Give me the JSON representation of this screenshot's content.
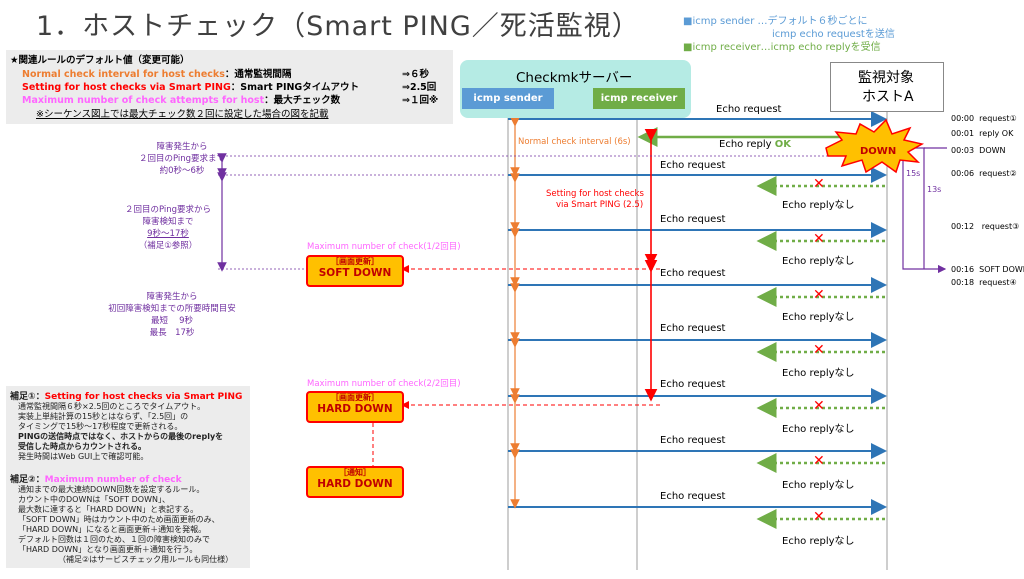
{
  "title": "1．ホストチェック（Smart PING／死活監視）",
  "legend": {
    "sender_marker": "■",
    "sender": "icmp sender …デフォルト６秒ごとに",
    "sender_line2": "icmp echo requestを送信",
    "receiver_marker": "■",
    "receiver": "icmp receiver…icmp echo replyを受信",
    "sender_color": "#5b9bd5",
    "receiver_color": "#70ad47"
  },
  "rules": {
    "heading": "★関連ルールのデフォルト値（変更可能）",
    "items": [
      {
        "name": "Normal check interval for host checks",
        "desc": "：通常監視間隔",
        "value": "⇒６秒",
        "color": "#ed7d31"
      },
      {
        "name": "Setting for host checks via Smart PING",
        "desc": "：Smart PINGタイムアウト",
        "value": "⇒2.5回",
        "color": "#ff0000"
      },
      {
        "name": "Maximum number of check attempts for host",
        "desc": "：最大チェック数",
        "value": "⇒１回※",
        "color": "#ff66ff"
      }
    ],
    "footnote": "※シーケンス図上では最大チェック数２回に設定した場合の図を記載"
  },
  "server": {
    "label": "Checkmkサーバー",
    "sender_btn": "icmp sender",
    "receiver_btn": "icmp receiver"
  },
  "host": {
    "label_line1": "監視対象",
    "label_line2": "ホストA"
  },
  "messages": {
    "echo_request": "Echo request",
    "echo_reply_ok_prefix": "Echo reply",
    "echo_reply_ok_suffix": "OK",
    "echo_reply_none": "Echo replyなし",
    "down": "DOWN",
    "cross": "✕"
  },
  "annotations": {
    "normal_interval": "Normal check interval (6s)",
    "smart_ping_1": "Setting for host checks",
    "smart_ping_2": "via Smart PING (2.5)",
    "max_check_1": "Maximum number of check(1/2回目)",
    "max_check_2": "Maximum number of check(2/2回目)"
  },
  "badges": {
    "soft_top": "［画面更新］",
    "soft_main": "SOFT DOWN",
    "hard_top": "［画面更新］",
    "hard_main": "HARD DOWN",
    "notify_top": "［通知］",
    "notify_main": "HARD DOWN"
  },
  "left_notes": {
    "n1": [
      "障害発生から",
      "２回目のPing要求まで",
      "約0秒～6秒"
    ],
    "n2": [
      "２回目のPing要求から",
      "障害検知まで",
      "9秒～17秒",
      "（補足①参照）"
    ],
    "n3": [
      "障害発生から",
      "初回障害検知までの所要時間目安",
      "最短　 9秒",
      "最長　17秒"
    ]
  },
  "timeline": [
    {
      "time": "00:00",
      "event": "request①"
    },
    {
      "time": "00:01",
      "event": "reply OK"
    },
    {
      "time": "00:03",
      "event": "DOWN"
    },
    {
      "time": "00:06",
      "event": "request②"
    },
    {
      "time": "00:12",
      "event": "request③"
    },
    {
      "time": "00:16",
      "event": "SOFT DOWN"
    },
    {
      "time": "00:18",
      "event": "request④"
    }
  ],
  "durations": {
    "d1": "15s",
    "d2": "13s"
  },
  "note1": {
    "title_prefix": "補足①：",
    "title": "Setting for host checks via Smart PING",
    "lines": [
      "通常監視間隔６秒×2.5回のところでタイムアウト。",
      "実装上単純計算の15秒とはならず、「2.5回」の",
      "タイミングで15秒～17秒程度で更新される。",
      "PINGの送信時点ではなく、ホストからの最後のreplyを",
      "受信した時点からカウントされる。",
      "発生時間はWeb GUI上で確認可能。"
    ]
  },
  "note2": {
    "title_prefix": "補足②：",
    "title": "Maximum number of check",
    "lines": [
      "通知までの最大連続DOWN回数を設定するルール。",
      "カウント中のDOWNは「SOFT DOWN」、",
      "最大数に達すると「HARD DOWN」と表記する。",
      "「SOFT DOWN」時はカウント中のため画面更新のみ、",
      "「HARD DOWN」になると画面更新＋通知を発報。",
      "デフォルト回数は１回のため、１回の障害検知のみで",
      "「HARD DOWN」となり画面更新＋通知を行う。",
      "（補足②はサービスチェック用ルールも同仕様）"
    ]
  }
}
